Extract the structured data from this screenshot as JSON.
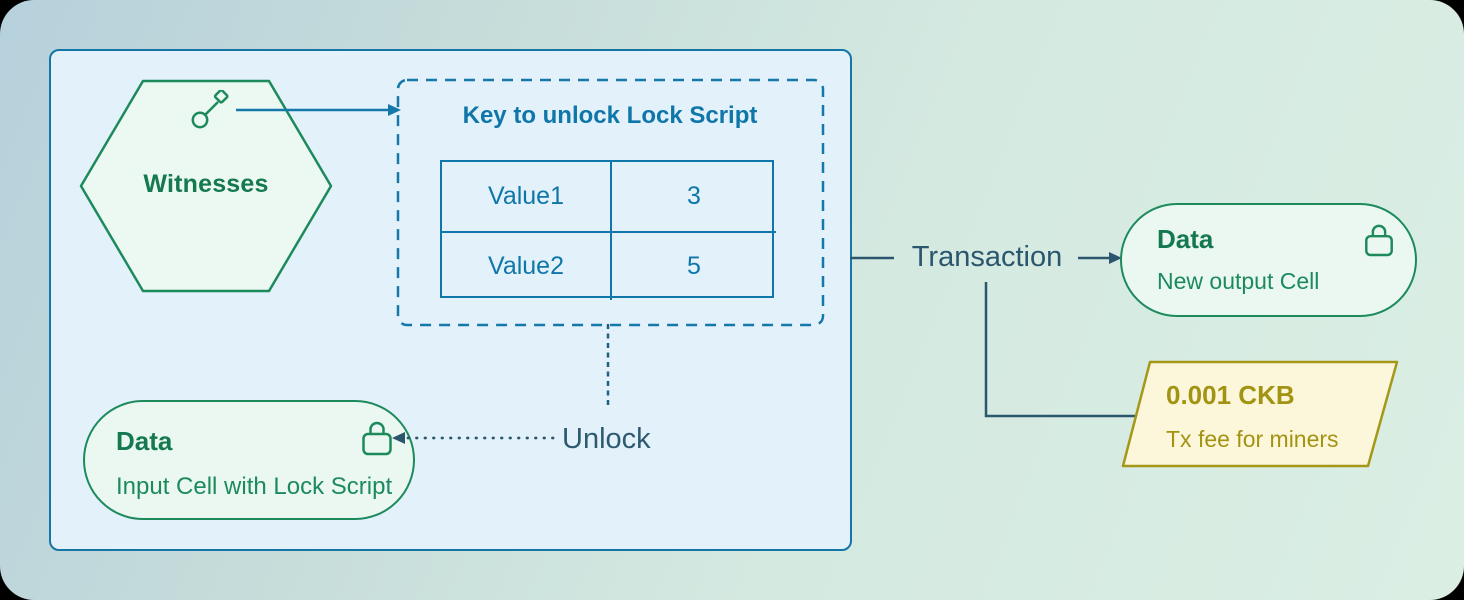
{
  "labels": {
    "witnesses": "Witnesses",
    "unlock": "Unlock",
    "transaction": "Transaction"
  },
  "key_box": {
    "title": "Key to unlock Lock Script",
    "rows": [
      {
        "name": "Value1",
        "value": "3"
      },
      {
        "name": "Value2",
        "value": "5"
      }
    ]
  },
  "input_cell": {
    "title": "Data",
    "subtitle": "Input Cell with Lock Script",
    "icon": "lock-icon"
  },
  "output_cell": {
    "title": "Data",
    "subtitle": "New output Cell",
    "icon": "lock-icon"
  },
  "tx_fee": {
    "amount": "0.001 CKB",
    "description": "Tx fee for miners"
  },
  "icons": {
    "witnesses_key": "key-icon"
  },
  "colors": {
    "container_fill": "#e3f1fb",
    "container_border": "#1576a6",
    "green_stroke": "#1d8a5c",
    "green_fill": "#eaf8f1",
    "green_text_dark": "#14794e",
    "green_text": "#1d8a5e",
    "teal_accent": "#1478a9",
    "teal_text": "#0e76a8",
    "slate_text": "#2b566e",
    "olive_border": "#a59818",
    "olive_text": "#a39312",
    "olive_fill": "#fcf7da",
    "background_left": "#b6d1dc",
    "background_right": "#daeee4"
  }
}
